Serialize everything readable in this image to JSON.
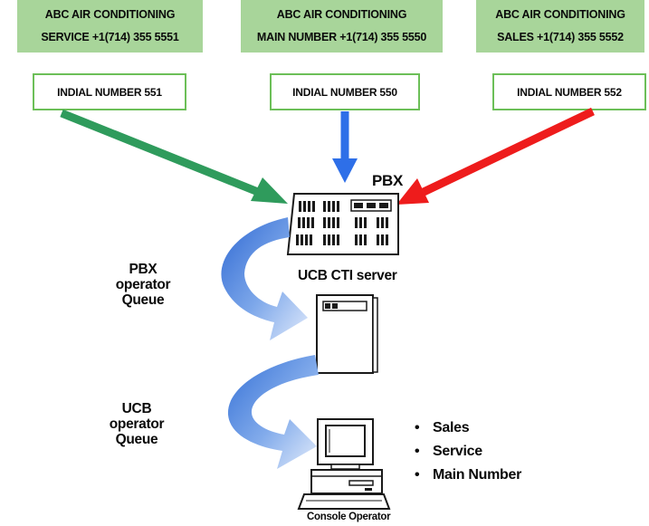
{
  "headers": [
    {
      "line1": "ABC AIR CONDITIONING",
      "line2": "SERVICE +1(714) 355 5551"
    },
    {
      "line1": "ABC AIR CONDITIONING",
      "line2": "MAIN NUMBER +1(714) 355 5550"
    },
    {
      "line1": "ABC AIR CONDITIONING",
      "line2": "SALES +1(714) 355 5552"
    }
  ],
  "indials": [
    {
      "label": "INDIAL NUMBER 551",
      "arrow_color": "#2f9b5c"
    },
    {
      "label": "INDIAL NUMBER 550",
      "arrow_color": "#2e6fe8"
    },
    {
      "label": "INDIAL NUMBER 552",
      "arrow_color": "#ee1c1c"
    }
  ],
  "nodes": {
    "pbx": {
      "label": "PBX"
    },
    "cti_server": {
      "label": "UCB CTI server"
    },
    "console": {
      "label": "Console Operator"
    }
  },
  "queues": {
    "pbx_queue": {
      "line1": "PBX",
      "line2": "operator Queue"
    },
    "ucb_queue": {
      "line1": "UCB",
      "line2": "operator Queue"
    }
  },
  "bullets": [
    "Sales",
    "Service",
    "Main Number"
  ],
  "colors": {
    "header_bg": "#a8d59a",
    "indial_border": "#6cbf58",
    "queue_arrow": "#5c8fdc"
  }
}
